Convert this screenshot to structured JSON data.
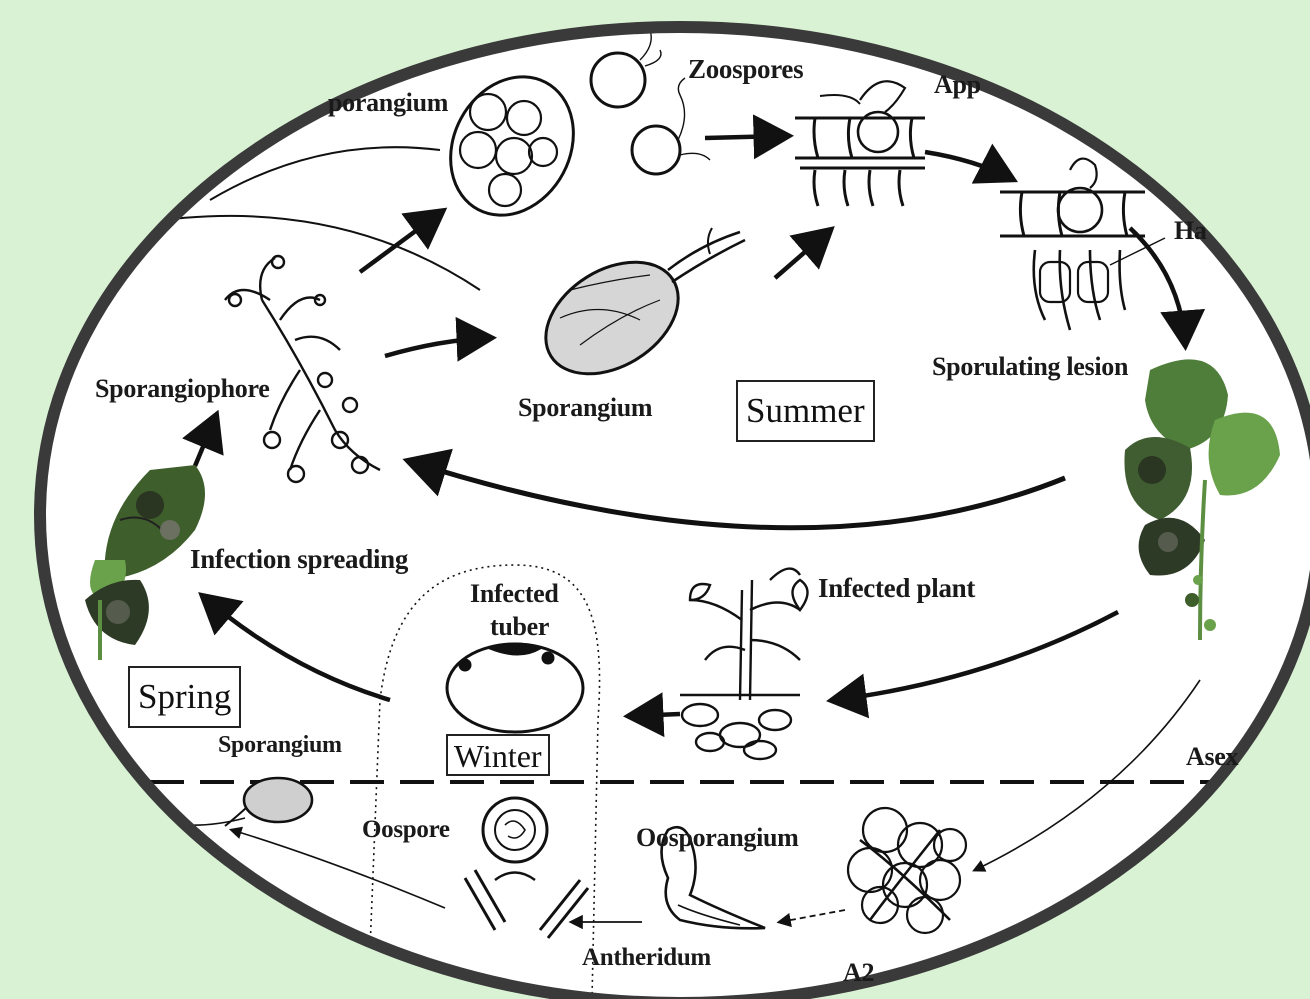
{
  "diagram": {
    "labels": {
      "zoospores": "Zoospores",
      "sporangium_top": "porangium",
      "appressorium": "App",
      "haustorium": "Ha",
      "sporangiophore": "Sporangiophore",
      "sporangium_mid": "Sporangium",
      "sporulating_lesion": "Sporulating lesion",
      "infection_spreading": "Infection spreading",
      "infected_tuber_1": "Infected",
      "infected_tuber_2": "tuber",
      "infected_plant": "Infected plant",
      "sporangium_low": "Sporangium",
      "asexual": "Asex",
      "oospore": "Oospore",
      "oosporangium": "Oosporangium",
      "antheridium": "Antheridum",
      "a2": "A2"
    },
    "seasons": {
      "summer": "Summer",
      "spring": "Spring",
      "winter": "Winter"
    },
    "colors": {
      "background": "#d9f2d4",
      "ellipse_fill": "#ffffff",
      "ellipse_border": "#3a3a3a",
      "ink": "#1a1a1a",
      "leaf": "#4f7d3a"
    }
  }
}
